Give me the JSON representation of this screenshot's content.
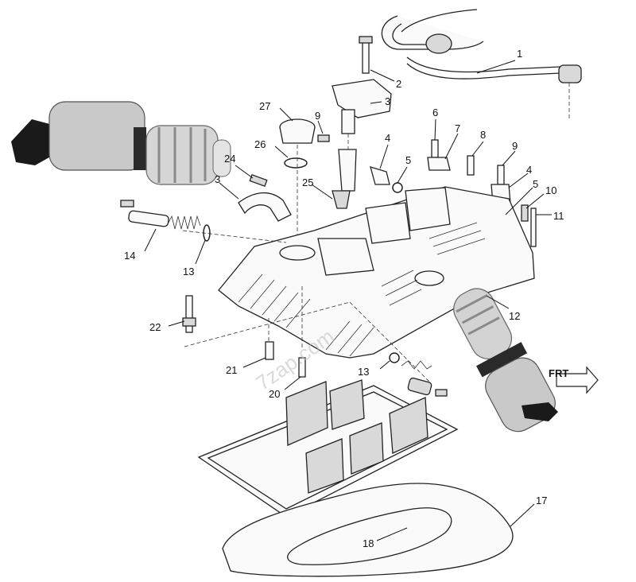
{
  "diagram": {
    "direction_marker": "FRT",
    "watermark": "7zap.com",
    "callouts": [
      {
        "id": "c1",
        "text": "1"
      },
      {
        "id": "c2",
        "text": "2"
      },
      {
        "id": "c3a",
        "text": "3"
      },
      {
        "id": "c3b",
        "text": "3"
      },
      {
        "id": "c4a",
        "text": "4"
      },
      {
        "id": "c4b",
        "text": "4"
      },
      {
        "id": "c5a",
        "text": "5"
      },
      {
        "id": "c5b",
        "text": "5"
      },
      {
        "id": "c6",
        "text": "6"
      },
      {
        "id": "c7",
        "text": "7"
      },
      {
        "id": "c8",
        "text": "8"
      },
      {
        "id": "c9a",
        "text": "9"
      },
      {
        "id": "c9b",
        "text": "9"
      },
      {
        "id": "c10",
        "text": "10"
      },
      {
        "id": "c11",
        "text": "11"
      },
      {
        "id": "c12",
        "text": "12"
      },
      {
        "id": "c13a",
        "text": "13"
      },
      {
        "id": "c13b",
        "text": "13"
      },
      {
        "id": "c14",
        "text": "14"
      },
      {
        "id": "c17",
        "text": "17"
      },
      {
        "id": "c18",
        "text": "18"
      },
      {
        "id": "c20",
        "text": "20"
      },
      {
        "id": "c21",
        "text": "21"
      },
      {
        "id": "c22",
        "text": "22"
      },
      {
        "id": "c24",
        "text": "24"
      },
      {
        "id": "c25",
        "text": "25"
      },
      {
        "id": "c26",
        "text": "26"
      },
      {
        "id": "c27",
        "text": "27"
      }
    ]
  },
  "colors": {
    "line": "#222222",
    "solenoid_body": "#c9c9c9",
    "solenoid_cap": "#1a1a1a",
    "watermark": "#bdbdbd"
  }
}
